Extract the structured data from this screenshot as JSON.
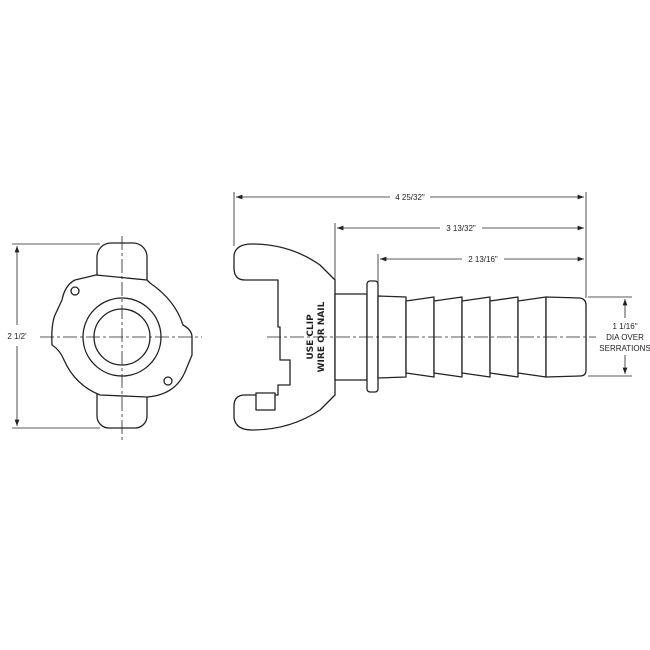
{
  "front_view": {
    "dim_height": "2 1/2'"
  },
  "side_view": {
    "dim_overall": "4 25/32\"",
    "dim_body": "3 13/32\"",
    "dim_stem": "2 13/16\"",
    "dim_dia": [
      "1 1/16\"",
      "DIA OVER",
      "SERRATIONS"
    ],
    "label": [
      "USE CLIP",
      "WIRE OR NAIL"
    ]
  }
}
